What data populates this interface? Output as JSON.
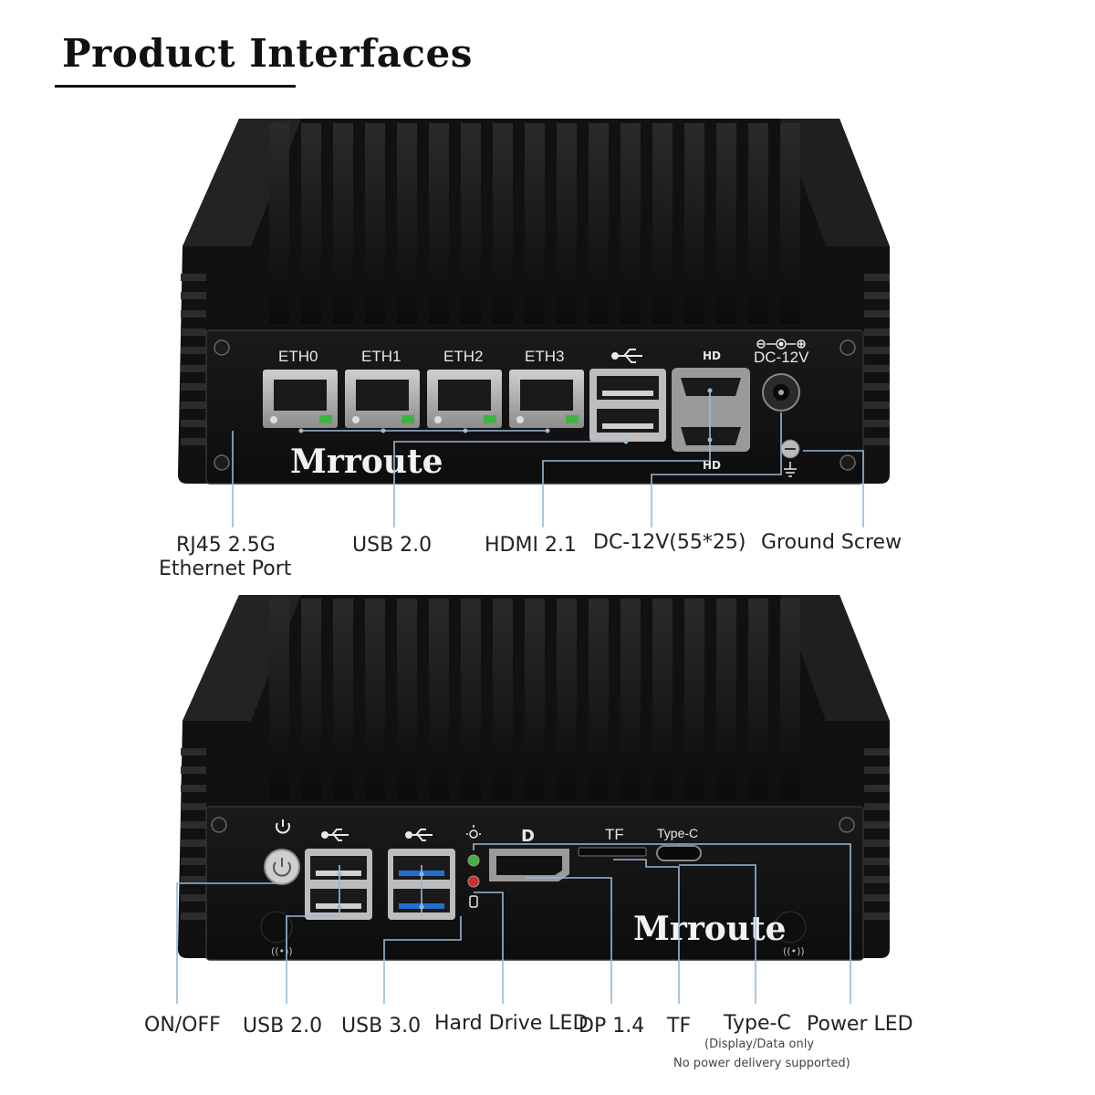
{
  "title": "Product Interfaces",
  "brand": "Mrroute",
  "colors": {
    "chassis": "#141414",
    "fin": "#1c1c1c",
    "leader": "#9ab8d4",
    "led_green": "#3fb342",
    "led_red": "#d22b2b",
    "usb3_blue": "#1f6fd1"
  },
  "rear_panel": {
    "port_labels": [
      "ETH0",
      "ETH1",
      "ETH2",
      "ETH3"
    ],
    "power_label": "DC-12V",
    "icons": [
      "usb-icon",
      "hdmi-icon",
      "dc-polarity-icon",
      "ground-icon"
    ],
    "callouts": {
      "rj45_line1": "RJ45 2.5G",
      "rj45_line2": "Ethernet Port",
      "usb": "USB 2.0",
      "hdmi": "HDMI 2.1",
      "dc": "DC-12V(55*25)",
      "ground": "Ground Screw"
    }
  },
  "front_panel": {
    "tf_label": "TF",
    "typec_label": "Type-C",
    "icons": [
      "power-icon",
      "usb-icon",
      "displayport-icon",
      "light-icon",
      "drive-icon",
      "antenna-icon"
    ],
    "callouts": {
      "onoff": "ON/OFF",
      "usb2": "USB 2.0",
      "usb3": "USB 3.0",
      "hdd_led": "Hard Drive LED",
      "dp": "DP 1.4",
      "tf": "TF",
      "typec": "Type-C",
      "typec_note1": "(Display/Data only",
      "typec_note2": "No power delivery supported)",
      "power_led": "Power LED"
    }
  }
}
